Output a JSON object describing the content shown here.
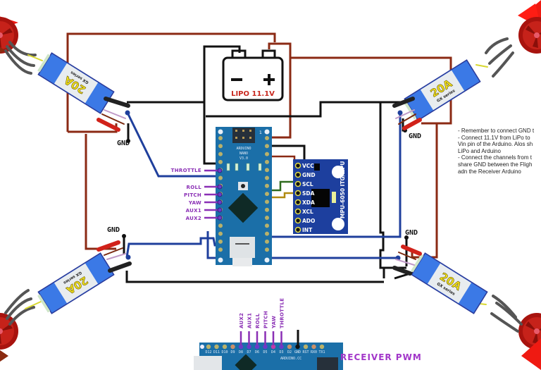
{
  "diagram": {
    "title": "Quadcopter flight controller wiring (Arduino Nano + MPU-6050)",
    "battery": {
      "label": "LIPO 11.1V",
      "minus": "−",
      "plus": "+"
    },
    "flight_controller": {
      "name": "ARDUINO NANO V3.0",
      "line1": "ARDUINO",
      "line2": "NANO",
      "line3": "V3.0",
      "header_mark": "1",
      "input_labels": [
        "THROTTLE",
        "ROLL",
        "PITCH",
        "YAW",
        "AUX1",
        "AUX2"
      ]
    },
    "imu": {
      "name": "MPU-6050 ITG/MPU",
      "pins": [
        "VCC",
        "GND",
        "SCL",
        "SDA",
        "XDA",
        "XCL",
        "ADO",
        "INT"
      ]
    },
    "escs": [
      {
        "id": "front-left",
        "rating": "20A",
        "series": "GX series"
      },
      {
        "id": "front-right",
        "rating": "20A",
        "series": "GX series"
      },
      {
        "id": "rear-left",
        "rating": "20A",
        "series": "GX series"
      },
      {
        "id": "rear-right",
        "rating": "20A",
        "series": "GX series"
      }
    ],
    "gnd_label": "GND",
    "receiver": {
      "label": "RECEIVER PWM",
      "board_text": "ARDUINO.CC",
      "channel_labels": [
        "AUX2",
        "AUX1",
        "ROLL",
        "PITCH",
        "YAW",
        "THROTTLE"
      ],
      "pin_labels": [
        "D12",
        "D11",
        "D10",
        "D9",
        "D8",
        "D7",
        "D6",
        "D5",
        "D4",
        "D3",
        "D2",
        "GND",
        "RST",
        "RX0",
        "TX1"
      ]
    },
    "notes": [
      "- Remember to connect GND t",
      "- Connect 11.1V from LiPo to",
      "Vin pin of the Arduino. Alos sh",
      "LiPo and Arduino",
      "- Connect the channels from t",
      "share GND between the Fligh",
      "adn the Receiver Arduino"
    ],
    "colors": {
      "power": "#8b2a14",
      "ground": "#111111",
      "signal": "#1f3f9c",
      "board": "#1b6fa8",
      "mpu_board": "#1d3f9e",
      "esc_body": "#3b79e6",
      "motor": "#c0150f",
      "label": "#8a2fb5"
    }
  }
}
